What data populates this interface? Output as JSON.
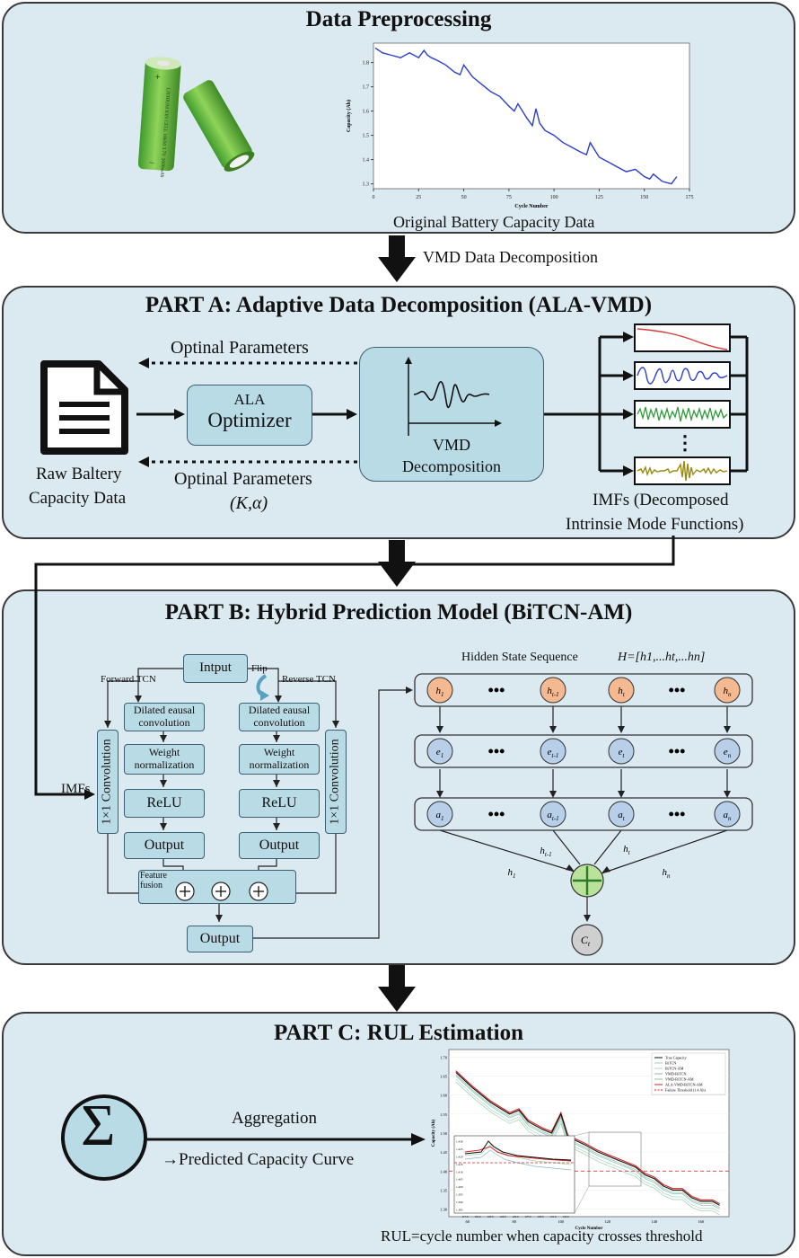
{
  "colors": {
    "panel_bg": "#dbe9f0",
    "box_fill": "#b9dbe6",
    "capacity_line": "#2a3fcc",
    "imf_red": "#d83a3a",
    "imf_blue": "#2a3fcc",
    "imf_green": "#2d9a3a",
    "imf_olive": "#9a8a10",
    "node_h": "#f4b990",
    "node_e": "#b7cfe9",
    "sum_node": "#b9e39a",
    "c_node": "#cfcfcf"
  },
  "preprocess": {
    "title": "Data Preprocessing",
    "battery_label": "LITHIUM ION CELL 18650 3.7V 2600mAh",
    "chart_caption": "Original Battery Capacity Data",
    "arrow_label": "VMD Data Decomposition"
  },
  "chart_data": {
    "type": "line",
    "xlabel": "Cycle Number",
    "ylabel": "Capacity (Ah)",
    "x_ticks": [
      "0",
      "25",
      "50",
      "75",
      "100",
      "125",
      "150",
      "175"
    ],
    "y_ticks": [
      "1.3",
      "1.4",
      "1.5",
      "1.6",
      "1.7",
      "1.8"
    ],
    "xlim": [
      0,
      175
    ],
    "ylim": [
      1.28,
      1.88
    ],
    "x": [
      1,
      5,
      10,
      15,
      20,
      25,
      28,
      30,
      32,
      35,
      40,
      45,
      48,
      50,
      53,
      55,
      60,
      65,
      70,
      75,
      78,
      80,
      85,
      88,
      90,
      92,
      95,
      100,
      105,
      110,
      115,
      118,
      120,
      125,
      130,
      135,
      140,
      145,
      150,
      153,
      155,
      160,
      165,
      168
    ],
    "values": [
      1.86,
      1.84,
      1.83,
      1.82,
      1.84,
      1.82,
      1.85,
      1.83,
      1.82,
      1.81,
      1.79,
      1.76,
      1.75,
      1.79,
      1.76,
      1.74,
      1.71,
      1.68,
      1.66,
      1.62,
      1.6,
      1.63,
      1.57,
      1.54,
      1.61,
      1.55,
      1.52,
      1.5,
      1.47,
      1.45,
      1.43,
      1.42,
      1.47,
      1.41,
      1.39,
      1.37,
      1.35,
      1.36,
      1.33,
      1.32,
      1.34,
      1.31,
      1.3,
      1.33
    ]
  },
  "partA": {
    "title": "PART A: Adaptive Data Decomposition (ALA-VMD)",
    "opt_params_top": "Optinal  Parameters",
    "opt_params_bottom": "Optinal  Parameters",
    "opt_params_symbols": "(K,α)",
    "optimizer_small": "ALA",
    "optimizer_big": "Optimizer",
    "raw_data_line1": "Raw Baltery",
    "raw_data_line2": "Capacity Data",
    "vmd_line1": "VMD",
    "vmd_line2": "Decomposition",
    "imfs_line1": "IMFs (Decomposed",
    "imfs_line2": "Intrinsie Mode Functions)",
    "ellipsis": "⋮"
  },
  "partB": {
    "title": "PART B: Hybrid Prediction Model (BiTCN-AM)",
    "input": "Intput",
    "flip": "Flip",
    "forward_tcn": "Forward TCN",
    "reverse_tcn": "Reverse TCN",
    "dilated": "Dilated eausal convolution",
    "weight_norm": "Weight normalization",
    "relu": "ReLU",
    "output": "Output",
    "conv1x1": "1×1 Convolution",
    "imfs": "IMFs",
    "feature_fusion": "Feature fusion",
    "final_output": "Output",
    "hidden_title": "Hidden State Sequence",
    "hidden_formula": "H=[h1,...ht,...hn]",
    "dots": "•••",
    "h_nodes": [
      "h1",
      "ht-1",
      "ht",
      "hn"
    ],
    "e_nodes": [
      "e1",
      "et-1",
      "et",
      "en"
    ],
    "a_nodes": [
      "a1",
      "at-1",
      "at",
      "an"
    ],
    "weights": [
      "h1",
      "ht-1",
      "ht",
      "hn"
    ],
    "c_node": "Ct"
  },
  "partC": {
    "title": "PART C: RUL Estimation",
    "sigma": "Σ",
    "aggregation": "Aggregation",
    "predicted": "→Predicted Capacity Curve",
    "rul_caption": "RUL=cycle number when capacity crosses threshold",
    "legend": [
      "True Capacity",
      "BiTCN",
      "BiTCN-AM",
      "VMD-BiTCN",
      "VMD-BiTCN-AM",
      "ALA-VMD-BiTCN-AM",
      "Failure Threshold (1.4 Ah)"
    ],
    "ylabel": "Capacity (Ah)",
    "xlabel": "Cycle Number",
    "y_ticks": [
      "1.30",
      "1.35",
      "1.40",
      "1.45",
      "1.50",
      "1.55",
      "1.60",
      "1.65",
      "1.70"
    ],
    "x_ticks": [
      "60",
      "80",
      "100",
      "120",
      "140",
      "160"
    ],
    "inset_y_ticks": [
      "1.430",
      "1.425",
      "1.420",
      "1.415",
      "1.410",
      "1.405",
      "1.400",
      "1.395",
      "1.390",
      "1.385"
    ],
    "inset_x_ticks": [
      "117.0",
      "118.0",
      "120.0",
      "122.0",
      "125.0",
      "127.0",
      "129.0",
      "131.0",
      "133.0"
    ]
  }
}
